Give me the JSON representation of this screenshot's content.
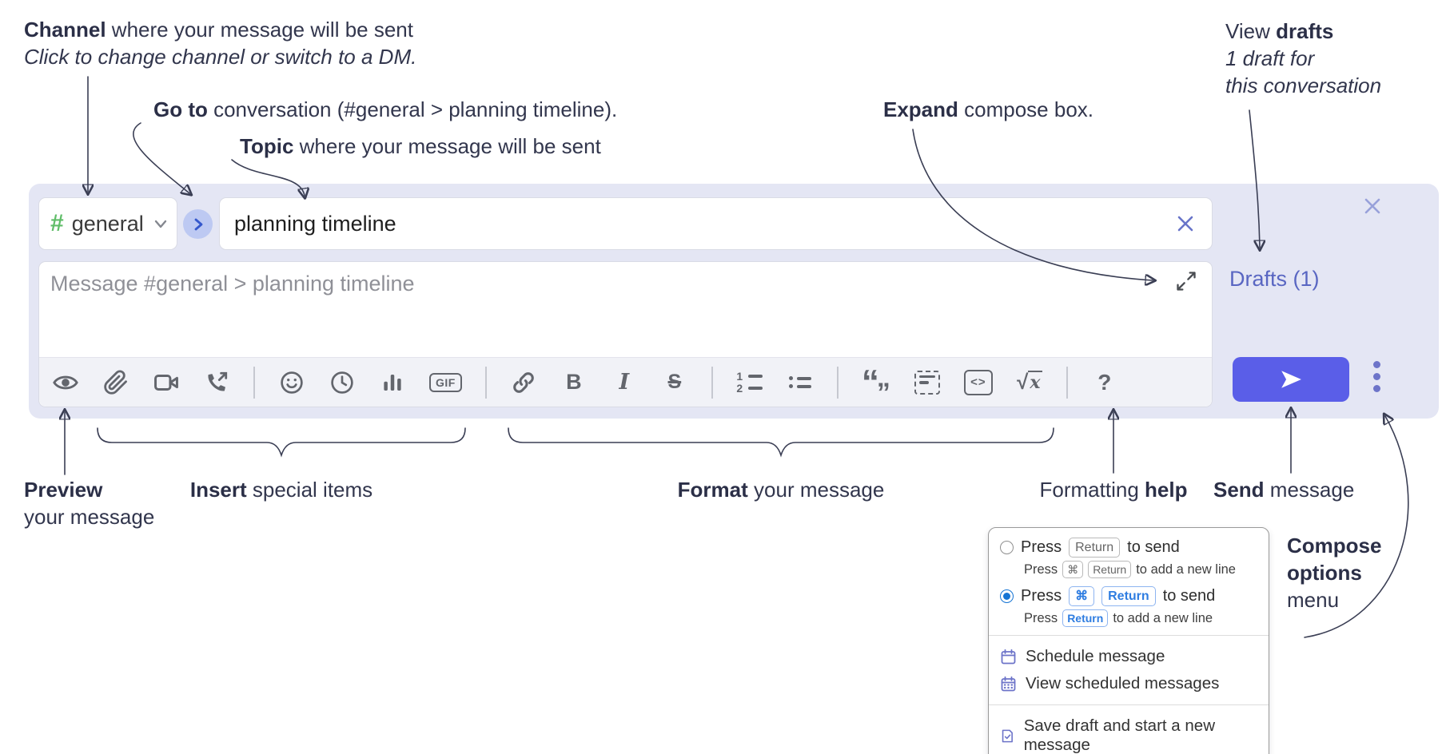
{
  "annotations": {
    "channel": {
      "bold": "Channel",
      "rest": " where your message will be sent",
      "line2": "Click to change channel or switch to a DM."
    },
    "goto": {
      "bold": "Go to",
      "rest": " conversation (#general > planning timeline)."
    },
    "topic": {
      "bold": "Topic",
      "rest": " where your message will be sent"
    },
    "expand": {
      "bold": "Expand",
      "rest": " compose box."
    },
    "drafts": {
      "pre": "View ",
      "bold": "drafts",
      "line2": "1 draft for",
      "line3": "this conversation"
    },
    "preview": {
      "bold": "Preview",
      "line2": "your message"
    },
    "insert": {
      "bold": "Insert",
      "rest": " special items"
    },
    "format": {
      "bold": "Format",
      "rest": " your message"
    },
    "help": {
      "pre": "Formatting ",
      "bold": "help"
    },
    "send": {
      "bold": "Send",
      "rest": " message"
    },
    "compose_options": {
      "line1": "Compose",
      "line2": "options",
      "line3": "menu"
    }
  },
  "compose": {
    "channel": {
      "hash": "#",
      "name": "general"
    },
    "topic": {
      "value": "planning timeline"
    },
    "message": {
      "placeholder": "Message #general > planning timeline"
    },
    "drafts_link": "Drafts (1)",
    "toolbar": {
      "gif": "GIF",
      "bold": "B",
      "italic": "I",
      "strike": "S",
      "ol1": "1",
      "ol2": "2",
      "quote_open": "“",
      "quote_close": "”",
      "code": "<>",
      "sqrt": "√",
      "sqrt_x": "x",
      "help": "?"
    },
    "icon_names": [
      "preview-eye-icon",
      "attach-file-icon",
      "video-call-icon",
      "voice-call-icon",
      "emoji-icon",
      "global-time-icon",
      "poll-icon",
      "gif-icon",
      "link-icon",
      "bold-icon",
      "italic-icon",
      "strikethrough-icon",
      "numbered-list-icon",
      "bulleted-list-icon",
      "quote-icon",
      "spoiler-icon",
      "code-icon",
      "math-icon",
      "formatting-help-icon",
      "expand-icon",
      "send-icon",
      "compose-options-icon",
      "close-icon",
      "clear-topic-icon",
      "chevron-down-icon",
      "go-to-conversation-icon"
    ]
  },
  "menu": {
    "option1": {
      "press": "Press",
      "key": "Return",
      "after": "to send",
      "sub_press": "Press",
      "sub_key1": "⌘",
      "sub_key2": "Return",
      "sub_after": "to add a new line"
    },
    "option2": {
      "press": "Press",
      "key1": "⌘",
      "key2": "Return",
      "after": "to send",
      "sub_press": "Press",
      "sub_key": "Return",
      "sub_after": "to add a new line"
    },
    "schedule": "Schedule message",
    "view_scheduled": "View scheduled messages",
    "save_draft": "Save draft and start a new message"
  },
  "colors": {
    "compose_bg": "#e4e6f4",
    "send_button": "#5a5ee8",
    "drafts_link": "#5966c2",
    "channel_green": "#60bd69",
    "key_blue": "#2f7de1",
    "menu_icon_purple": "#6d74c9",
    "annotation_text": "#32364d",
    "toolbar_icon": "#63666d"
  }
}
